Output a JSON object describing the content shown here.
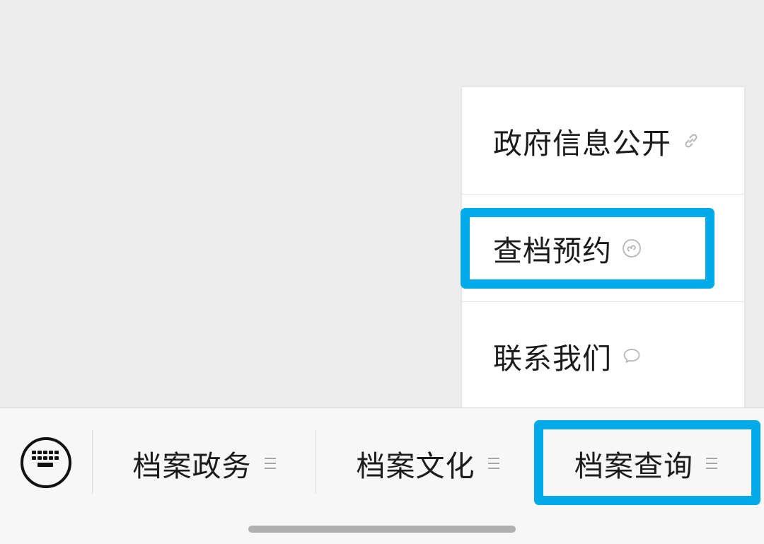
{
  "popup_menu": {
    "items": [
      {
        "label": "政府信息公开",
        "icon": "link-icon"
      },
      {
        "label": "查档预约",
        "icon": "mini-program-icon"
      },
      {
        "label": "联系我们",
        "icon": "chat-bubble-icon"
      }
    ],
    "highlighted_index": 1
  },
  "bottom_bar": {
    "keyboard_icon": "keyboard-icon",
    "tabs": [
      {
        "label": "档案政务",
        "icon": "menu-icon"
      },
      {
        "label": "档案文化",
        "icon": "menu-icon"
      },
      {
        "label": "档案查询",
        "icon": "menu-icon"
      }
    ],
    "active_tab_index": 2
  },
  "colors": {
    "highlight": "#00a9e8",
    "background": "#ededed",
    "bar": "#f7f7f7"
  }
}
